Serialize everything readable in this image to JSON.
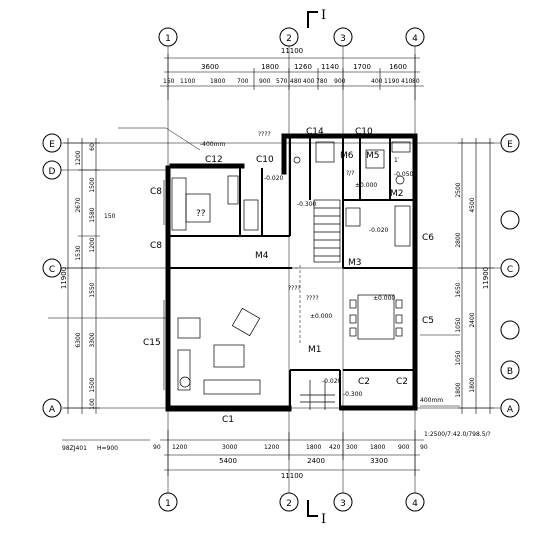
{
  "section_mark": "I",
  "grid_axes": {
    "columns": [
      "1",
      "2",
      "3",
      "4"
    ],
    "rows": [
      "A",
      "B",
      "C",
      "D",
      "E"
    ]
  },
  "dimensions": {
    "top_total": "11100",
    "top_row1": [
      "3600",
      "1800",
      "1260",
      "1140",
      "1700",
      "1600"
    ],
    "top_row2": [
      "150",
      "1100",
      "1800",
      "700",
      "900",
      "570",
      "480",
      "400",
      "780",
      "900",
      "400",
      "1190",
      "410",
      "80"
    ],
    "bottom_total": "11100",
    "bottom_row1": [
      "5400",
      "2400",
      "3300"
    ],
    "bottom_row2": [
      "90",
      "1200",
      "3000",
      "1200",
      "1800",
      "420",
      "300",
      "1800",
      "900",
      "90"
    ],
    "left_total": "11900",
    "left_row": [
      "1200",
      "2670",
      "1530",
      "6300"
    ],
    "left_detail": [
      "60",
      "1500",
      "1580",
      "150",
      "1200",
      "1550",
      "3300",
      "1500",
      "100"
    ],
    "right_total": "11900",
    "right_row": [
      "4500",
      "2400",
      "1800"
    ],
    "right_detail": [
      "2500",
      "2800",
      "1650",
      "1050",
      "1050",
      "1800"
    ]
  },
  "room_labels": {
    "C8_top": "C8",
    "C8_bottom": "C8",
    "C12": "C12",
    "C10_left": "C10",
    "C14": "C14",
    "C10_right": "C10",
    "M6": "M6",
    "M5": "M5",
    "M4": "M4",
    "M3": "M3",
    "M2": "M2",
    "M1": "M1",
    "C6": "C6",
    "C5": "C5",
    "C15": "C15",
    "C1": "C1",
    "C2_a": "C2",
    "C2_b": "C2",
    "bedroom": "??",
    "service": "????",
    "study_a": "????",
    "study_b": "????",
    "closet": "?/?",
    "half": "1′"
  },
  "levels": {
    "l1": "-0.020",
    "l2": "-0.300",
    "l3": "±0.000",
    "l4": "-0.050",
    "l5": "-0.020",
    "l6": "±0.000",
    "l7": "-0.020",
    "l8": "-0.300",
    "l9": "±0.000"
  },
  "notes": {
    "hint_a": "-400mm",
    "hint_b": "400mm",
    "bottom_left_a": "98ZJ401",
    "bottom_left_b": "H=900",
    "bottom_right": "1:2500/7:42.0/798.5/?"
  }
}
